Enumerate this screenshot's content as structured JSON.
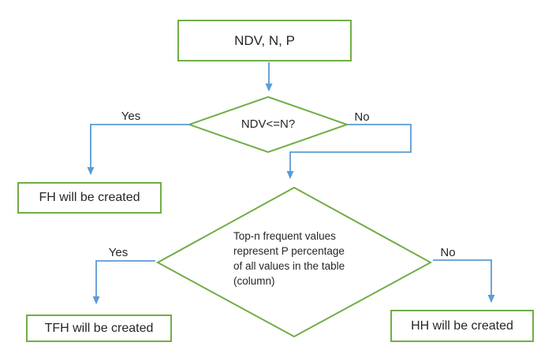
{
  "colors": {
    "shape_border_green": "#70AD47",
    "connector_blue": "#5B9BD5",
    "text": "#262626",
    "background": "#ffffff"
  },
  "nodes": {
    "start": {
      "label": "NDV, N, P"
    },
    "decision1": {
      "label": "NDV<=N?"
    },
    "fh": {
      "label": "FH will be created"
    },
    "decision2": {
      "lines": [
        "Top-n frequent values",
        "represent P percentage",
        "of all values in the table",
        "(column)"
      ]
    },
    "tfh": {
      "label": "TFH will be created"
    },
    "hh": {
      "label": "HH will be created"
    }
  },
  "edges": {
    "decision1_yes": {
      "label": "Yes"
    },
    "decision1_no": {
      "label": "No"
    },
    "decision2_yes": {
      "label": "Yes"
    },
    "decision2_no": {
      "label": "No"
    }
  }
}
